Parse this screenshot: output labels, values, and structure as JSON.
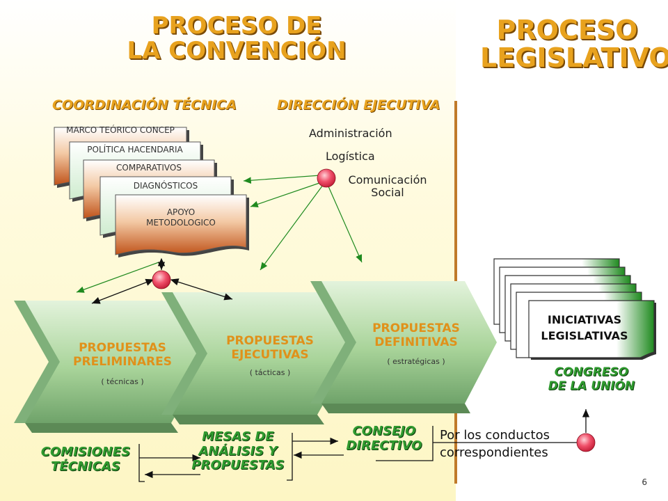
{
  "titles": {
    "convencion_line1": "PROCESO DE",
    "convencion_line2": "LA CONVENCIÓN",
    "legislativo_line1": "PROCESO",
    "legislativo_line2": "LEGISLATIVO"
  },
  "subheads": {
    "coordinacion": "COORDINACIÓN TÉCNICA",
    "direccion": "DIRECCIÓN EJECUTIVA"
  },
  "documents": [
    {
      "label": "MARCO TEÓRICO CONCEP"
    },
    {
      "label": "POLÍTICA HACENDARIA"
    },
    {
      "label": "COMPARATIVOS"
    },
    {
      "label": "DIAGNÓSTICOS"
    },
    {
      "label_line1": "APOYO",
      "label_line2": "METODOLOGICO"
    }
  ],
  "direccion_items": {
    "administracion": "Administración",
    "logistica": "Logística",
    "comunicacion_line1": "Comunicación",
    "comunicacion_line2": "Social"
  },
  "chevrons": [
    {
      "line1": "PROPUESTAS",
      "line2": "PRELIMINARES",
      "sub": "( técnicas )"
    },
    {
      "line1": "PROPUESTAS",
      "line2": "EJECUTIVAS",
      "sub": "( tácticas )"
    },
    {
      "line1": "PROPUESTAS",
      "line2": "DEFINITIVAS",
      "sub": "( estratégicas )"
    }
  ],
  "bottom_labels": {
    "comisiones_line1": "COMISIONES",
    "comisiones_line2": "TÉCNICAS",
    "mesas_line1": "MESAS DE",
    "mesas_line2": "ANÁLISIS Y",
    "mesas_line3": "PROPUESTAS",
    "consejo_line1": "CONSEJO",
    "consejo_line2": "DIRECTIVO"
  },
  "conductos": {
    "line1": "Por los conductos",
    "line2": "correspondientes"
  },
  "legislativo": {
    "iniciativas_line1": "INICIATIVAS",
    "iniciativas_line2": "LEGISLATIVAS",
    "congreso_line1": "CONGRESO",
    "congreso_line2": "DE LA UNIÓN"
  },
  "page_number": "6",
  "colors": {
    "title_gold": "#e8a21e",
    "label_green": "#2f9a2f",
    "node_red": "#e8364a",
    "divider_brown": "#c07a2a",
    "arrow_green": "#1f8a1f"
  }
}
